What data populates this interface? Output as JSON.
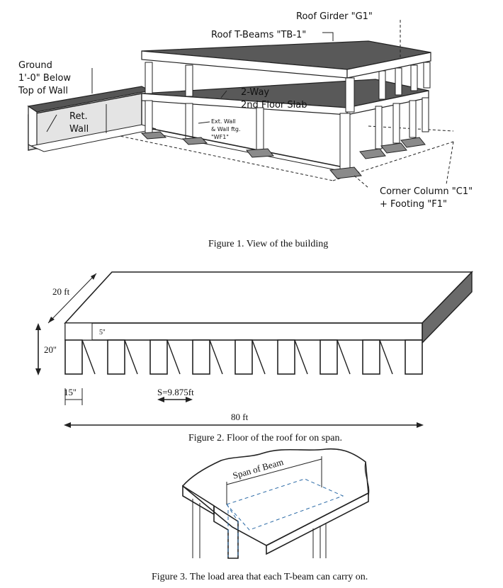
{
  "figure1": {
    "caption": "Figure 1. View of the building",
    "labels": {
      "roof_girder": "Roof Girder \"G1\"",
      "roof_tbeams": "Roof T-Beams \"TB-1\"",
      "ground_1": "Ground",
      "ground_2": "1'-0\" Below",
      "ground_3": "Top of Wall",
      "ret_1": "Ret.",
      "ret_2": "Wall",
      "slab_1": "2-Way",
      "slab_2": "2nd Floor Slab",
      "ext_1": "Ext. Wall",
      "ext_2": "& Wall ftg.",
      "ext_3": "\"WF1\"",
      "corner_1": "Corner Column \"C1\"",
      "corner_2": "+ Footing \"F1\""
    }
  },
  "figure2": {
    "caption": "Figure 2. Floor of the roof for on span.",
    "dims": {
      "depth": "20 ft",
      "height": "20''",
      "slab": "5''",
      "web": "15''",
      "spacing": "S=9.875ft",
      "length": "80 ft"
    }
  },
  "figure3": {
    "caption": "Figure 3. The load area that each T-beam can carry on.",
    "span_label": "Span of Beam"
  },
  "colors": {
    "slab_dark": "#585858",
    "wall_gray": "#e4e4e4"
  }
}
